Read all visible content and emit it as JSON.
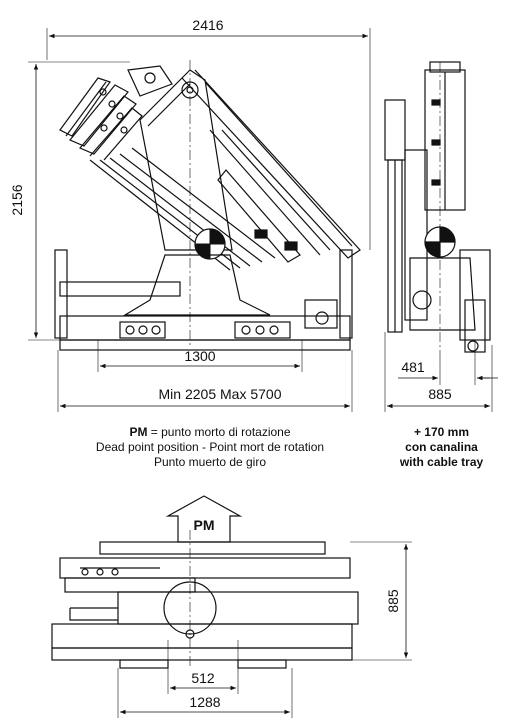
{
  "side_view": {
    "width_dim": "2416",
    "height_dim": "2156",
    "base_dim": "1300",
    "stabilizer_dim": "Min 2205 Max 5700"
  },
  "front_view": {
    "dim_481": "481",
    "dim_885": "885"
  },
  "pm_legend": {
    "abbr": "PM",
    "line1": "= punto morto di rotazione",
    "line2": "Dead point position - Point mort de rotation",
    "line3": "Punto muerto de giro"
  },
  "cable_tray": {
    "line1": "+ 170 mm",
    "line2": "con canalina",
    "line3": "with cable tray"
  },
  "pm_arrow": {
    "label": "PM"
  },
  "top_view": {
    "height_dim": "885",
    "dim_512": "512",
    "dim_1288": "1288"
  }
}
